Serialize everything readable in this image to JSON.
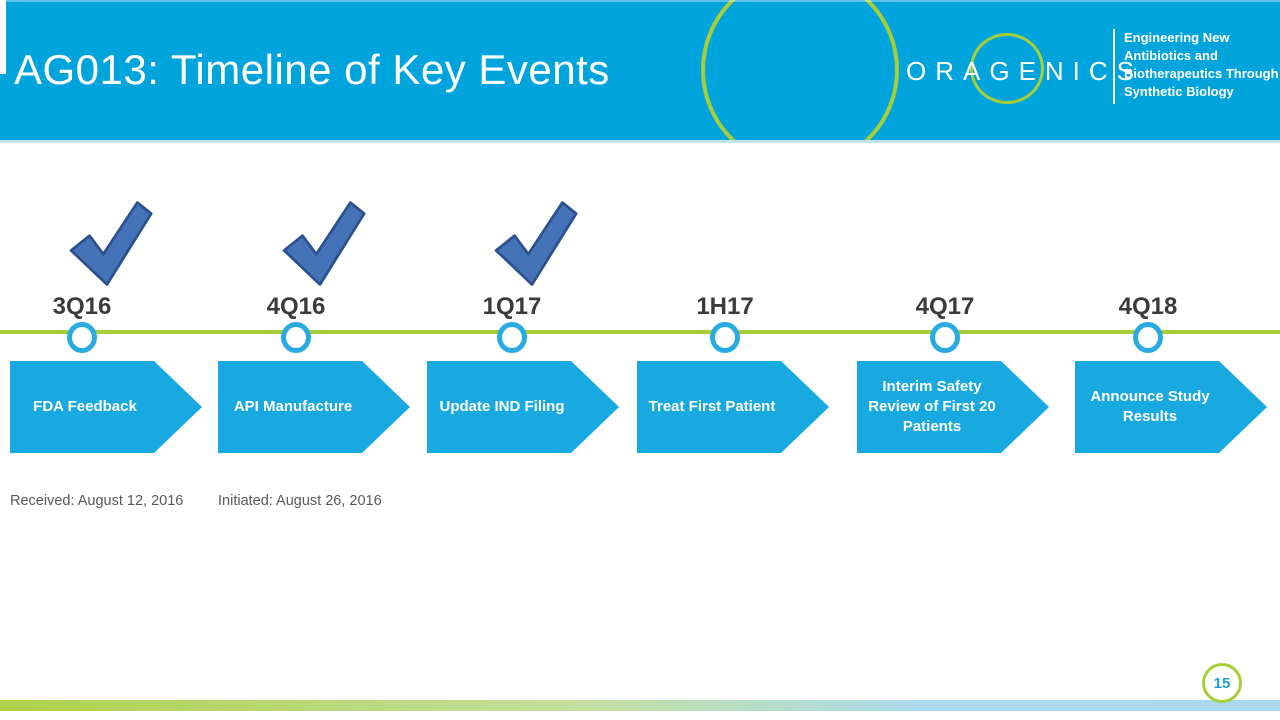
{
  "slide": {
    "title": "AG013: Timeline of Key Events",
    "page_number": "15"
  },
  "logo": {
    "brand": "ORAGENICS",
    "tagline": {
      "line1": "Engineering New",
      "line2": "Antibiotics and",
      "line3": "Biotherapeutics Through",
      "line4": "Synthetic Biology"
    }
  },
  "timeline": {
    "milestones": [
      {
        "quarter": "3Q16",
        "label": "FDA Feedback",
        "completed": true,
        "note": "Received: August 12, 2016"
      },
      {
        "quarter": "4Q16",
        "label": "API Manufacture",
        "completed": true,
        "note": "Initiated: August 26, 2016"
      },
      {
        "quarter": "1Q17",
        "label": "Update IND Filing",
        "completed": true,
        "note": ""
      },
      {
        "quarter": "1H17",
        "label": "Treat First Patient",
        "completed": false,
        "note": ""
      },
      {
        "quarter": "4Q17",
        "label": "Interim Safety Review of First 20 Patients",
        "completed": false,
        "note": ""
      },
      {
        "quarter": "4Q18",
        "label": "Announce Study Results",
        "completed": false,
        "note": ""
      }
    ]
  },
  "colors": {
    "header_blue": "#00A4DC",
    "arrow_blue": "#18A9E0",
    "accent_green": "#A6CE39",
    "check_blue": "#4573B7",
    "marker_cyan": "#29ABE2"
  }
}
